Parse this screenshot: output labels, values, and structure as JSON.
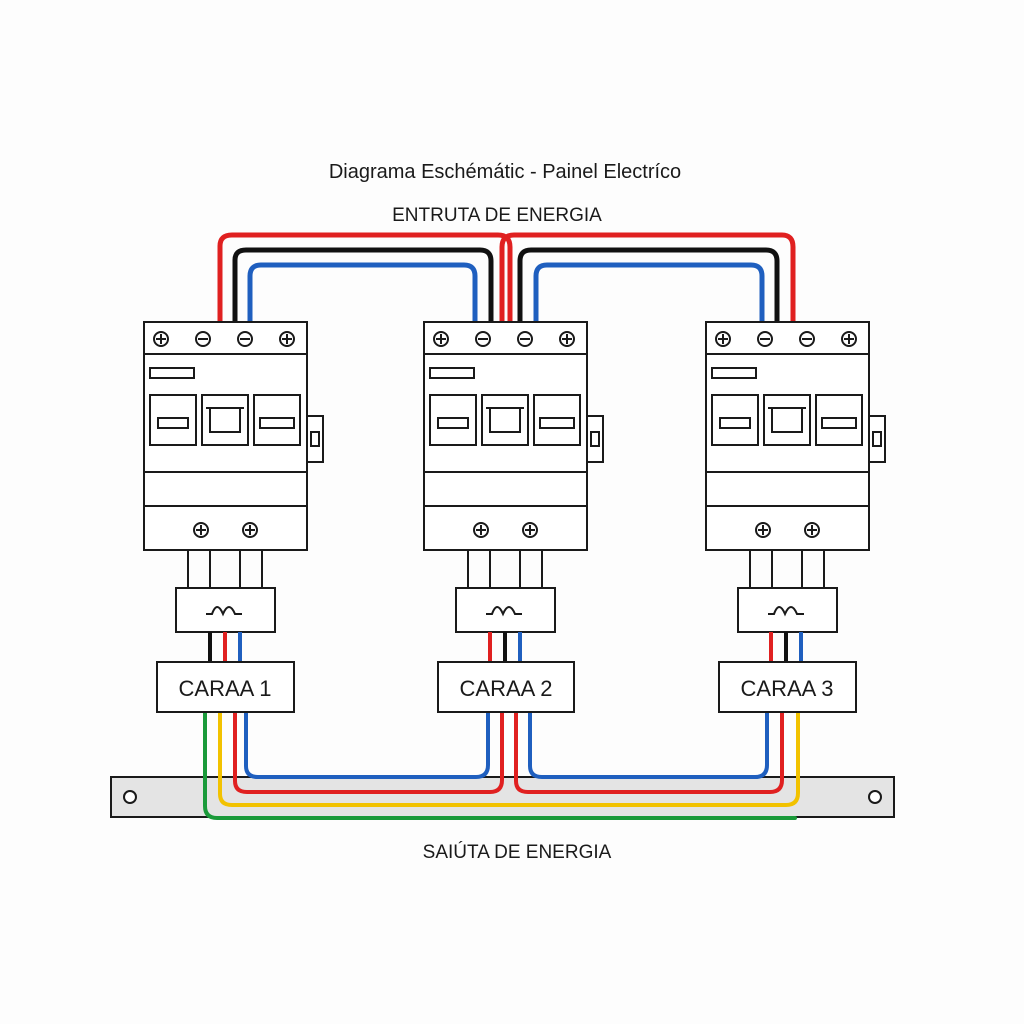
{
  "title": "Diagrama Eschémátic - Painel Electríco",
  "input_label": "ENTRUTA DE ENERGIA",
  "output_label": "SAIÚTA DE ENERGIA",
  "loads": [
    {
      "label": "CARAA 1"
    },
    {
      "label": "CARAA 2"
    },
    {
      "label": "CARAA 3"
    }
  ],
  "colors": {
    "phase_red": "#e02020",
    "neutral_black": "#111111",
    "neutral_blue": "#1f5fbf",
    "yellow": "#f2c200",
    "ground_green": "#1a9a3a",
    "rail": "#e6e6e6"
  }
}
